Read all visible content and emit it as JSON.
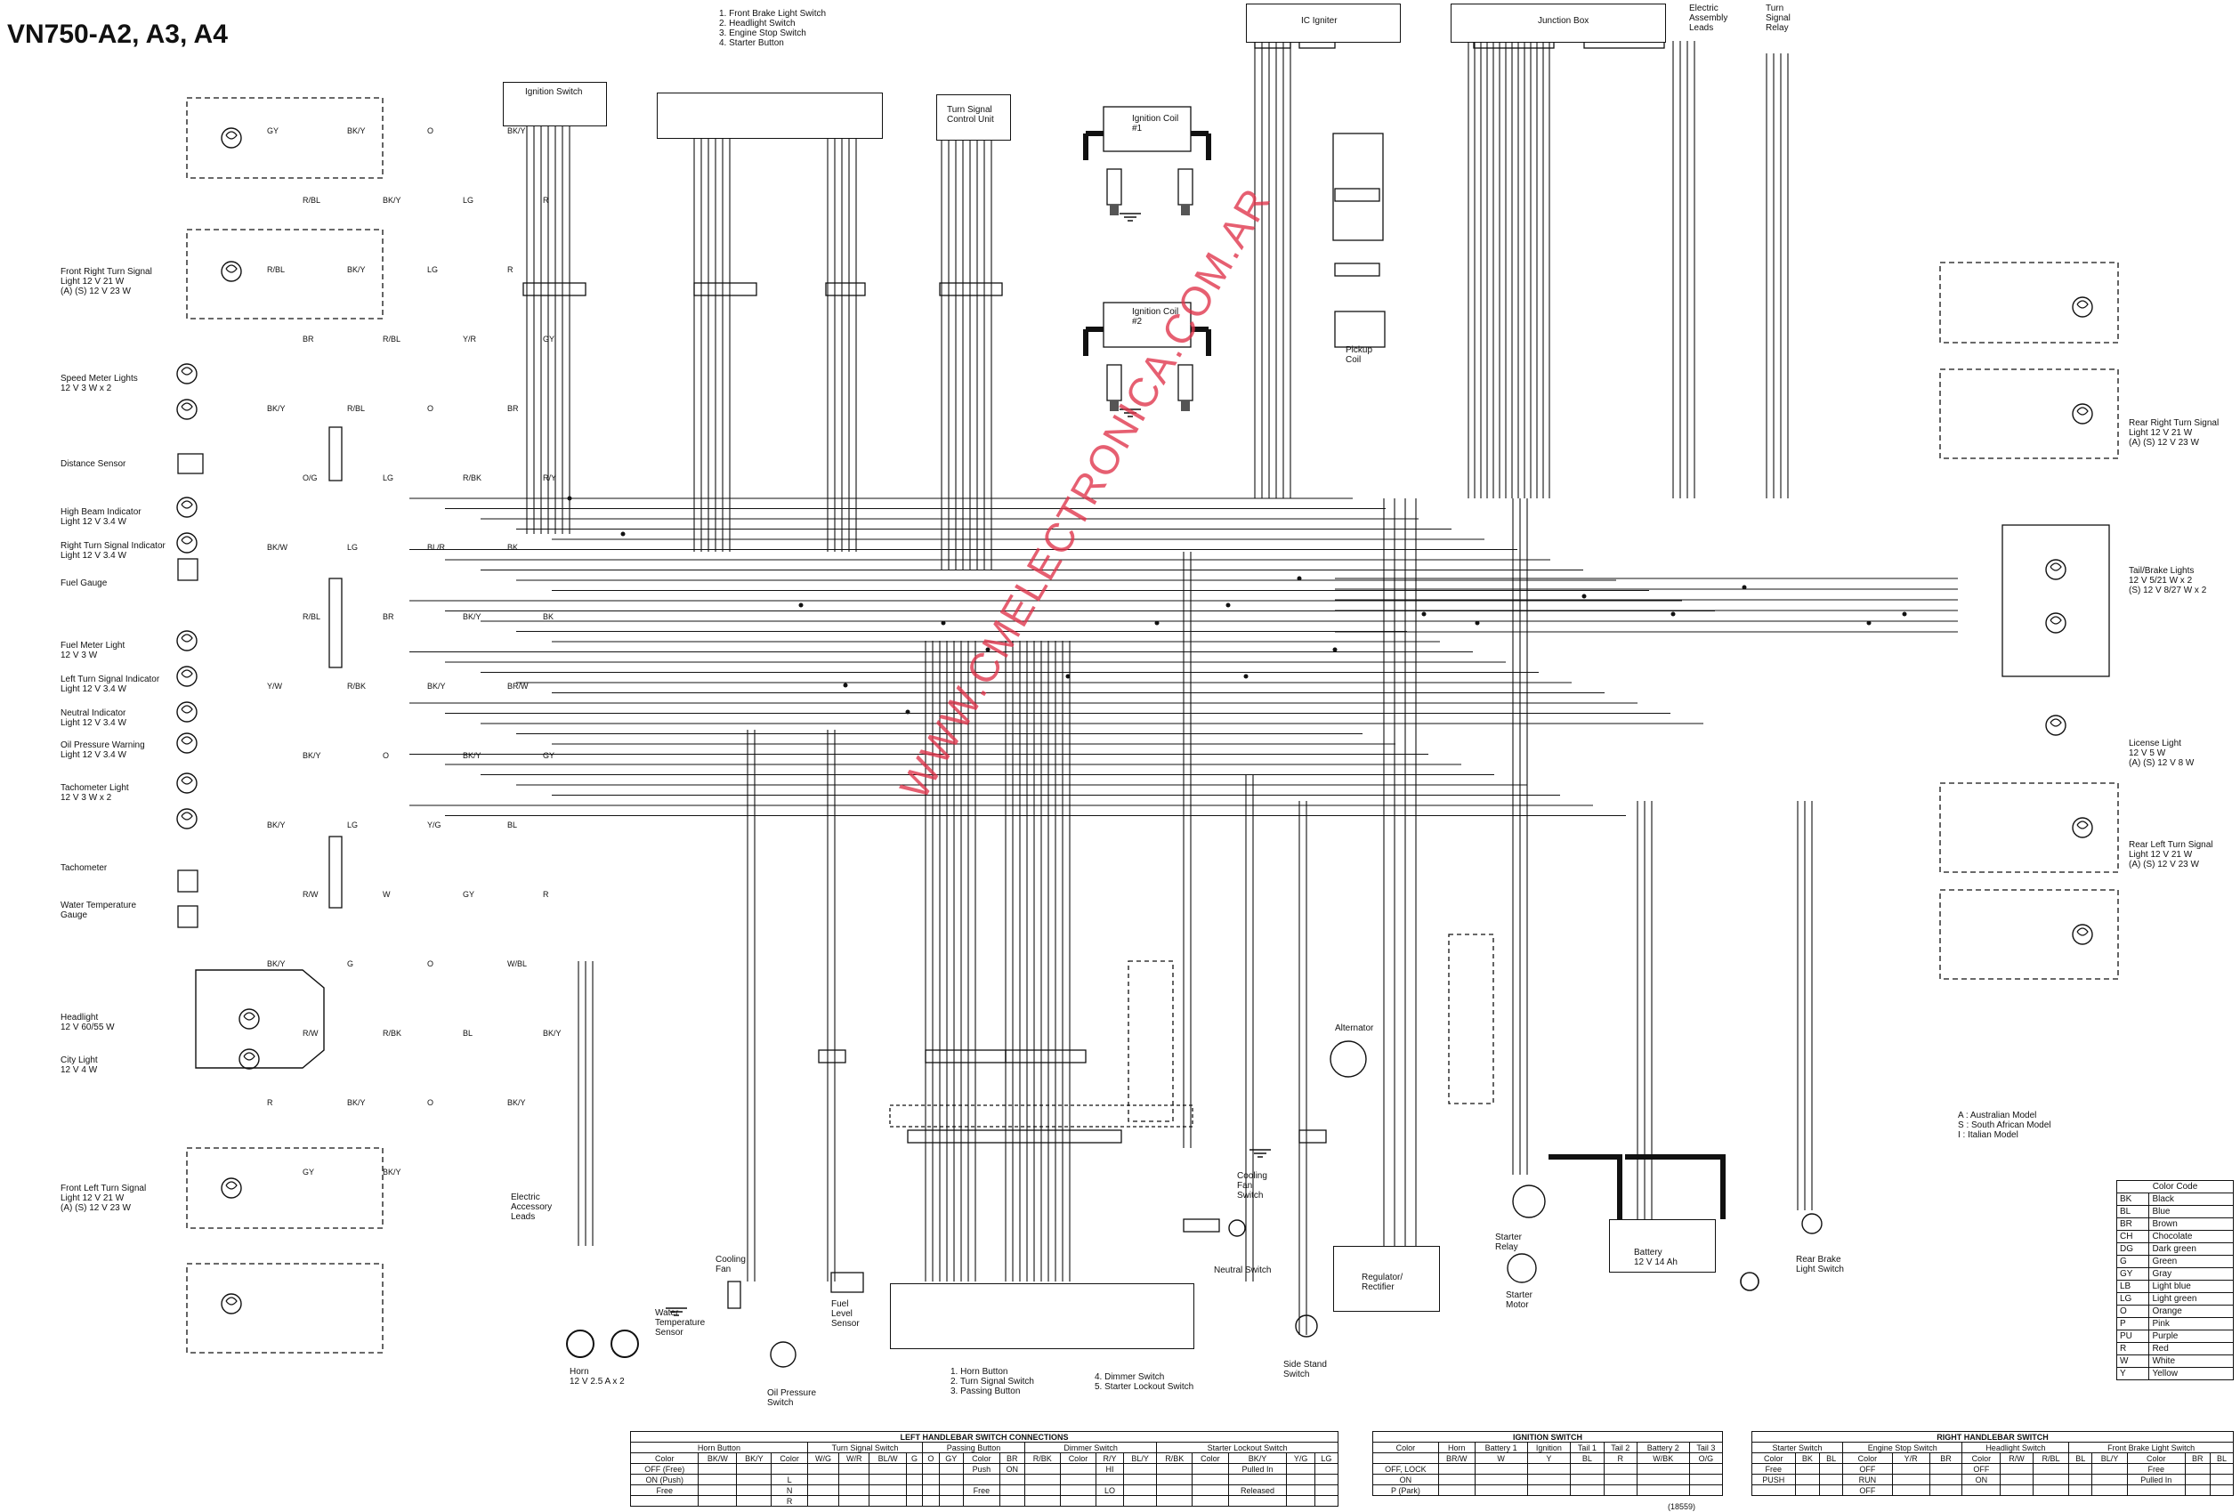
{
  "title": "VN750-A2, A3, A4",
  "watermark": "WWW.CMELECTRONICA.COM.AR",
  "switch_notes": {
    "top": [
      "1. Front Brake Light Switch",
      "2. Headlight Switch",
      "3. Engine Stop Switch",
      "4. Starter Button"
    ],
    "bottom_left": [
      "1. Horn Button",
      "2. Turn Signal Switch",
      "3. Passing Button"
    ],
    "bottom_right": [
      "4. Dimmer Switch",
      "5. Starter Lockout Switch"
    ]
  },
  "units": {
    "ignition_switch": "Ignition Switch",
    "turn_signal_control": "Turn Signal\nControl Unit",
    "ic_igniter": "IC Igniter",
    "junction_box": "Junction Box",
    "electric_assembly": "Electric\nAssembly\nLeads",
    "turn_signal_relay": "Turn\nSignal\nRelay",
    "ignition_coil_1": "Ignition Coil\n#1",
    "ignition_coil_2": "Ignition Coil\n#2",
    "pickup_coil": "Pickup\nCoil",
    "alternator": "Alternator",
    "regulator": "Regulator/\nRectifier",
    "battery": "Battery\n12 V 14 Ah",
    "starter_relay": "Starter\nRelay",
    "starter_motor": "Starter\nMotor",
    "rear_brake_switch": "Rear Brake\nLight Switch",
    "side_stand": "Side Stand\nSwitch",
    "neutral_switch": "Neutral Switch",
    "cooling_fan_switch": "Cooling\nFan\nSwitch",
    "cooling_fan": "Cooling\nFan",
    "fuel_level_sensor": "Fuel\nLevel\nSensor",
    "oil_pressure_switch": "Oil Pressure\nSwitch",
    "water_temp_sensor": "Water\nTemperature\nSensor",
    "horn": "Horn\n12 V 2.5 A x 2",
    "electric_accessory": "Electric\nAccessory\nLeads"
  },
  "left_components": [
    "Front Right Turn Signal\nLight 12 V 21 W\n(A) (S) 12 V 23 W",
    "Speed Meter Lights\n12 V 3 W x 2",
    "Distance Sensor",
    "High Beam Indicator\nLight 12 V 3.4 W",
    "Right Turn Signal Indicator\nLight 12 V 3.4 W",
    "Fuel Gauge",
    "Fuel Meter Light\n12 V 3 W",
    "Left Turn Signal Indicator\nLight 12 V 3.4 W",
    "Neutral Indicator\nLight 12 V 3.4 W",
    "Oil Pressure Warning\nLight 12 V 3.4 W",
    "Tachometer Light\n12 V 3 W x 2",
    "Tachometer",
    "Water Temperature\nGauge",
    "Headlight\n12 V 60/55 W",
    "City Light\n12 V 4 W",
    "Front Left Turn Signal\nLight 12 V 21 W\n(A) (S) 12 V 23 W"
  ],
  "right_components": [
    "Rear Right Turn Signal\nLight 12 V 21 W\n(A) (S) 12 V 23 W",
    "Tail/Brake Lights\n12 V 5/21 W x 2\n(S) 12 V 8/27 W x 2",
    "License Light\n12 V 5 W\n(A) (S) 12 V 8 W",
    "Rear Left Turn Signal\nLight 12 V 21 W\n(A) (S) 12 V 23 W"
  ],
  "model_notes": [
    "A : Australian Model",
    "S : South African Model",
    "I : Italian Model"
  ],
  "color_code": {
    "title": "Color Code",
    "rows": [
      [
        "BK",
        "Black"
      ],
      [
        "BL",
        "Blue"
      ],
      [
        "BR",
        "Brown"
      ],
      [
        "CH",
        "Chocolate"
      ],
      [
        "DG",
        "Dark green"
      ],
      [
        "G",
        "Green"
      ],
      [
        "GY",
        "Gray"
      ],
      [
        "LB",
        "Light blue"
      ],
      [
        "LG",
        "Light green"
      ],
      [
        "O",
        "Orange"
      ],
      [
        "P",
        "Pink"
      ],
      [
        "PU",
        "Purple"
      ],
      [
        "R",
        "Red"
      ],
      [
        "W",
        "White"
      ],
      [
        "Y",
        "Yellow"
      ]
    ]
  },
  "wire_labels": [
    "GY",
    "BK/Y",
    "O",
    "BK/Y",
    "R/BL",
    "BK/Y",
    "LG",
    "R",
    "R/BL",
    "BK/Y",
    "LG",
    "R",
    "BR",
    "R/BL",
    "Y/R",
    "GY",
    "BK/Y",
    "R/BL",
    "O",
    "BR",
    "O/G",
    "LG",
    "R/BK",
    "R/Y",
    "BK/W",
    "LG",
    "BL/R",
    "BK",
    "R/BL",
    "BR",
    "BK/Y",
    "BK",
    "Y/W",
    "R/BK",
    "BK/Y",
    "BR/W",
    "BK/Y",
    "O",
    "BK/Y",
    "GY",
    "BK/Y",
    "LG",
    "Y/G",
    "BL",
    "R/W",
    "W",
    "GY",
    "R",
    "BK/Y",
    "G",
    "O",
    "W/BL",
    "R/W",
    "R/BK",
    "BL",
    "BK/Y",
    "R",
    "BK/Y",
    "O",
    "BK/Y",
    "GY",
    "BK/Y"
  ],
  "tables": {
    "left": {
      "title": "LEFT HANDLEBAR SWITCH CONNECTIONS",
      "groups": [
        "Horn Button",
        "Turn Signal Switch",
        "Passing Button",
        "Dimmer Switch",
        "Starter Lockout Switch"
      ],
      "header": [
        "Color",
        "BK/W",
        "BK/Y",
        "Color",
        "W/G",
        "W/R",
        "BL/W",
        "G",
        "O",
        "GY",
        "Color",
        "BR",
        "R/BK",
        "Color",
        "R/Y",
        "BL/Y",
        "R/BK",
        "Color",
        "BK/Y",
        "Y/G",
        "LG"
      ],
      "rows": [
        [
          "OFF (Free)",
          "",
          "",
          "",
          "",
          "",
          "",
          "",
          "",
          "",
          "Push",
          "ON",
          "",
          "",
          "HI",
          "",
          "",
          "",
          "Pulled In",
          "",
          ""
        ],
        [
          "ON (Push)",
          "",
          "",
          "L",
          "",
          "",
          "",
          "",
          "",
          "",
          "",
          "",
          "",
          "",
          "",
          "",
          "",
          "",
          "",
          "",
          ""
        ],
        [
          "Free",
          "",
          "",
          "N",
          "",
          "",
          "",
          "",
          "",
          "",
          "Free",
          "",
          "",
          "",
          "LO",
          "",
          "",
          "",
          "Released",
          "",
          ""
        ],
        [
          "",
          "",
          "",
          "R",
          "",
          "",
          "",
          "",
          "",
          "",
          "",
          "",
          "",
          "",
          "",
          "",
          "",
          "",
          "",
          "",
          ""
        ]
      ]
    },
    "mid": {
      "title": "IGNITION SWITCH",
      "header": [
        "Color",
        "Horn",
        "Battery 1",
        "Ignition",
        "Tail 1",
        "Tail 2",
        "Battery 2",
        "Tail 3"
      ],
      "subheader": [
        "",
        "BR/W",
        "W",
        "Y",
        "BL",
        "R",
        "W/BK",
        "O/G"
      ],
      "rows": [
        [
          "OFF, LOCK",
          "",
          "",
          "",
          "",
          "",
          "",
          ""
        ],
        [
          "ON",
          "",
          "",
          "",
          "",
          "",
          "",
          ""
        ],
        [
          "P (Park)",
          "",
          "",
          "",
          "",
          "",
          "",
          ""
        ]
      ],
      "code": "(18559)"
    },
    "right": {
      "title": "RIGHT HANDLEBAR SWITCH",
      "groups": [
        "Starter Switch",
        "Engine Stop Switch",
        "Headlight Switch",
        "Front Brake Light Switch"
      ],
      "header": [
        "Color",
        "BK",
        "BL",
        "Color",
        "Y/R",
        "BR",
        "Color",
        "R/W",
        "R/BL",
        "BL",
        "BL/Y",
        "Color",
        "BR",
        "BL"
      ],
      "rows": [
        [
          "Free",
          "",
          "",
          "OFF",
          "",
          "",
          "OFF",
          "",
          "",
          "",
          "",
          "Free",
          "",
          ""
        ],
        [
          "PUSH",
          "",
          "",
          "RUN",
          "",
          "",
          "ON",
          "",
          "",
          "",
          "",
          "Pulled In",
          "",
          ""
        ],
        [
          "",
          "",
          "",
          "OFF",
          "",
          "",
          "",
          "",
          "",
          "",
          "",
          "",
          "",
          ""
        ]
      ]
    }
  }
}
